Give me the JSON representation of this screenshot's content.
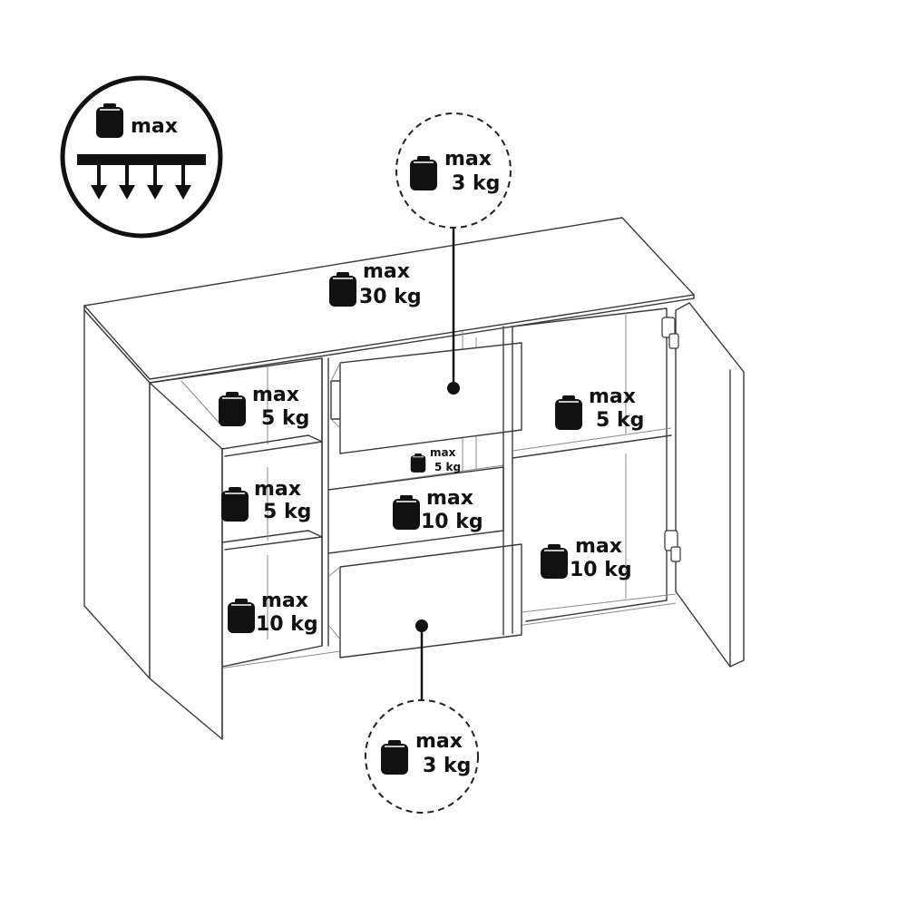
{
  "legend": {
    "label": "max",
    "icon": "weight-icon",
    "arrows_icon": "downward-arrows-icon"
  },
  "labels": {
    "top": {
      "max": "max",
      "value": "30 kg"
    },
    "drawer_top_callout": {
      "max": "max",
      "value": "3 kg"
    },
    "drawer_bottom_callout": {
      "max": "max",
      "value": "3 kg"
    },
    "left_shelf_1": {
      "max": "max",
      "value": "5 kg"
    },
    "left_shelf_2": {
      "max": "max",
      "value": "5 kg"
    },
    "left_bottom": {
      "max": "max",
      "value": "10 kg"
    },
    "middle_small": {
      "max": "max",
      "value": "5 kg"
    },
    "middle_shelf": {
      "max": "max",
      "value": "10 kg"
    },
    "right_shelf": {
      "max": "max",
      "value": "5 kg"
    },
    "right_bottom": {
      "max": "max",
      "value": "10 kg"
    }
  },
  "colors": {
    "ink": "#111111",
    "line": "#3a3a3a",
    "background": "#ffffff"
  }
}
